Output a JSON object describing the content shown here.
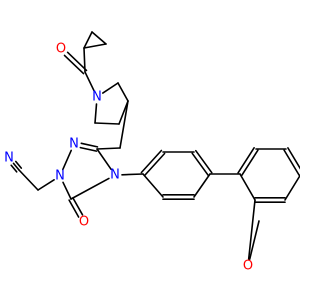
{
  "colors": {
    "bond": "#000000",
    "N": "#0000ff",
    "O": "#ff0000",
    "background": "#ffffff"
  },
  "atoms": [
    {
      "id": "O_carbonyl_top",
      "element": "O",
      "label": "O"
    },
    {
      "id": "N_pyrrolidine",
      "element": "N",
      "label": "N"
    },
    {
      "id": "N_nitrile",
      "element": "N",
      "label": "N"
    },
    {
      "id": "N_triazole_1",
      "element": "N",
      "label": "N"
    },
    {
      "id": "N_triazole_2",
      "element": "N",
      "label": "N"
    },
    {
      "id": "N_triazole_4",
      "element": "N",
      "label": "N"
    },
    {
      "id": "O_triazolone",
      "element": "O",
      "label": "O"
    },
    {
      "id": "O_furan",
      "element": "O",
      "label": "O"
    }
  ]
}
